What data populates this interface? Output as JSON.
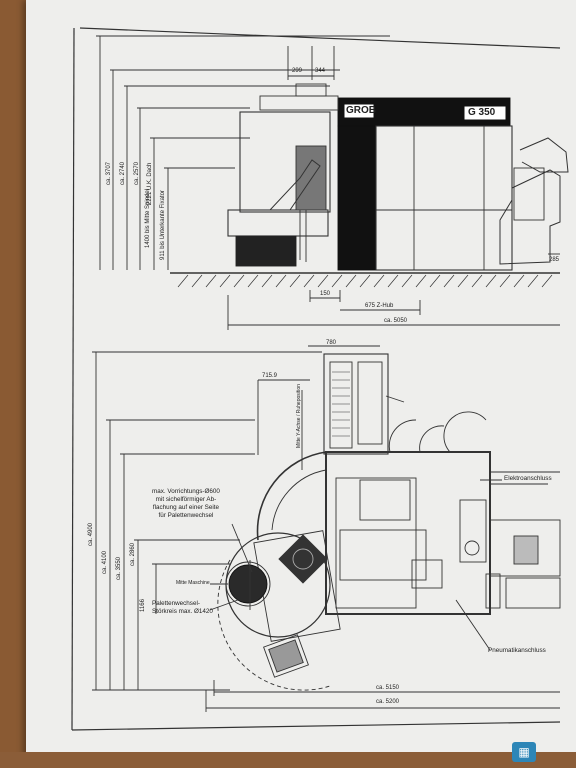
{
  "machine": {
    "brand": "GROB",
    "model": "G 350"
  },
  "side_view": {
    "vertical_dims": [
      "ca. 3707",
      "ca. 2740",
      "ca. 2570",
      "2221 U.K. Dach",
      "1400 bis Mitte Spindel",
      "911 bis Unterkante Fixator"
    ],
    "top_dims": [
      "299",
      "344"
    ],
    "right_dim": "285",
    "bottom_dims": [
      "150",
      "675 Z-Hub",
      "ca. 5050"
    ]
  },
  "plan_view": {
    "top_dims": [
      "780",
      "715.9"
    ],
    "vertical_dims": [
      "ca. 4900",
      "ca. 4100",
      "ca. 3550",
      "ca. 2860",
      "1166"
    ],
    "spindle_note": "Mitte Y-Achse / Ruheposition",
    "annotations": {
      "fixture_note": "max. Vorrichtungs-Ø600\nmit sichelförmiger Ab-\nflachung auf einer Seite\nfür Palettenwechsel",
      "machine_center": "Mitte Maschine",
      "pallet_circle": "Palettenwechsel-\nStörkreis max. Ø1420",
      "electrical": "Elektroanschluss",
      "pneumatic": "Pneumatikanschluss"
    },
    "bottom_dims": [
      "ca. 5150",
      "ca. 5200"
    ]
  },
  "viewer": {
    "icon": "scan-icon"
  }
}
